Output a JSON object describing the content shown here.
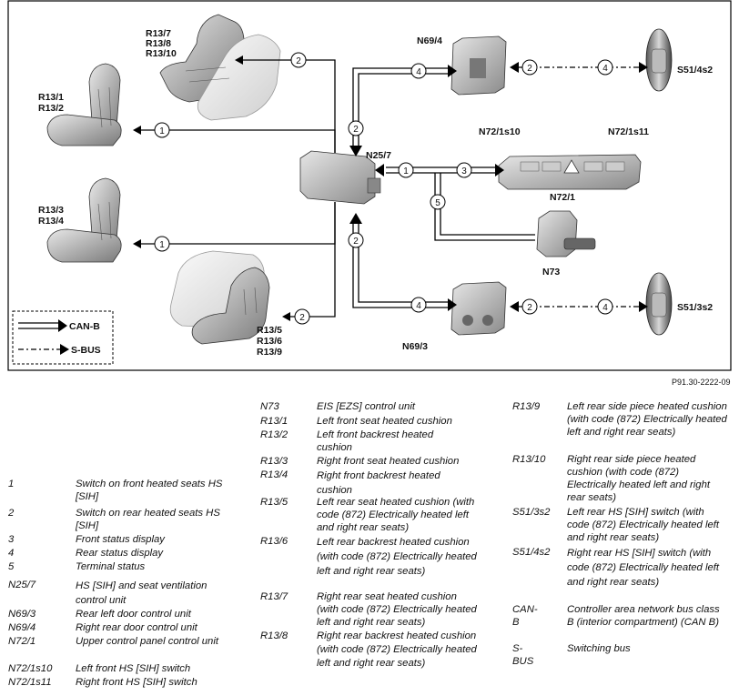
{
  "diagram": {
    "seat_groups": [
      {
        "id": "rear-right",
        "labels": [
          "R13/7",
          "R13/8",
          "R13/10"
        ]
      },
      {
        "id": "front-left",
        "labels": [
          "R13/1",
          "R13/2"
        ]
      },
      {
        "id": "front-right",
        "labels": [
          "R13/3",
          "R13/4"
        ]
      },
      {
        "id": "rear-left",
        "labels": [
          "R13/5",
          "R13/6",
          "R13/9"
        ]
      }
    ],
    "components": {
      "n25_7": "N25/7",
      "n69_4": "N69/4",
      "n69_3": "N69/3",
      "n72_1": "N72/1",
      "n72_1s10": "N72/1s10",
      "n72_1s11": "N72/1s11",
      "n73": "N73",
      "s51_4s2": "S51/4s2",
      "s51_3s2": "S51/3s2"
    },
    "line_numbers": {
      "n1": "1",
      "n2": "2",
      "n3": "3",
      "n4": "4",
      "n5": "5"
    },
    "bus_legend": {
      "can_b": "CAN-B",
      "s_bus": "S-BUS"
    },
    "reference": "P91.30-2222-09"
  },
  "legend": {
    "col1": [
      {
        "key": "1",
        "text": "Switch on front heated seats HS [SIH]"
      },
      {
        "key": "2",
        "text": "Switch on rear heated seats HS [SIH]"
      },
      {
        "key": "3",
        "text": "Front status display"
      },
      {
        "key": "4",
        "text": "Rear status display"
      },
      {
        "key": "5",
        "text": "Terminal status"
      },
      {
        "key": "N25/7",
        "text": "HS [SIH] and seat ventilation control unit"
      },
      {
        "key": "N69/3",
        "text": "Rear left door control unit"
      },
      {
        "key": "N69/4",
        "text": "Right rear door control unit"
      },
      {
        "key": "N72/1",
        "text": "Upper control panel control unit"
      },
      {
        "key": "N72/1s10",
        "text": "Left front HS [SIH] switch"
      },
      {
        "key": "N72/1s11",
        "text": "Right front HS [SIH] switch"
      }
    ],
    "col2": [
      {
        "key": "N73",
        "text": "EIS [EZS] control unit"
      },
      {
        "key": "R13/1",
        "text": "Left front seat heated cushion"
      },
      {
        "key": "R13/2",
        "text": "Left front backrest heated cushion"
      },
      {
        "key": "R13/3",
        "text": "Right front seat heated cushion"
      },
      {
        "key": "R13/4",
        "text": "Right front backrest heated cushion"
      },
      {
        "key": "R13/5",
        "text": "Left rear seat heated cushion (with code (872) Electrically heated left and right rear seats)"
      },
      {
        "key": "R13/6",
        "text": "Left rear backrest heated cushion (with code (872) Electrically heated left and right rear seats)"
      },
      {
        "key": "R13/7",
        "text": "Right rear seat heated cushion (with code (872) Electrically heated left and right rear seats)"
      },
      {
        "key": "R13/8",
        "text": "Right rear backrest heated cushion (with code (872) Electrically heated left and right rear seats)"
      }
    ],
    "col3": [
      {
        "key": "R13/9",
        "text": "Left rear side piece heated cushion (with code (872) Electrically heated left and right rear seats)"
      },
      {
        "key": "R13/10",
        "text": "Right rear side piece heated cushion (with code (872) Electrically heated left and right rear seats)"
      },
      {
        "key": "S51/3s2",
        "text": "Left rear HS [SIH] switch (with code (872) Electrically heated left and right rear seats)"
      },
      {
        "key": "S51/4s2",
        "text": "Right rear HS [SIH] switch (with code (872) Electrically heated left and right rear seats)"
      },
      {
        "key": "CAN-B",
        "text": "Controller area network bus class B (interior compartment) (CAN B)"
      },
      {
        "key": "S-BUS",
        "text": "Switching bus"
      }
    ]
  }
}
